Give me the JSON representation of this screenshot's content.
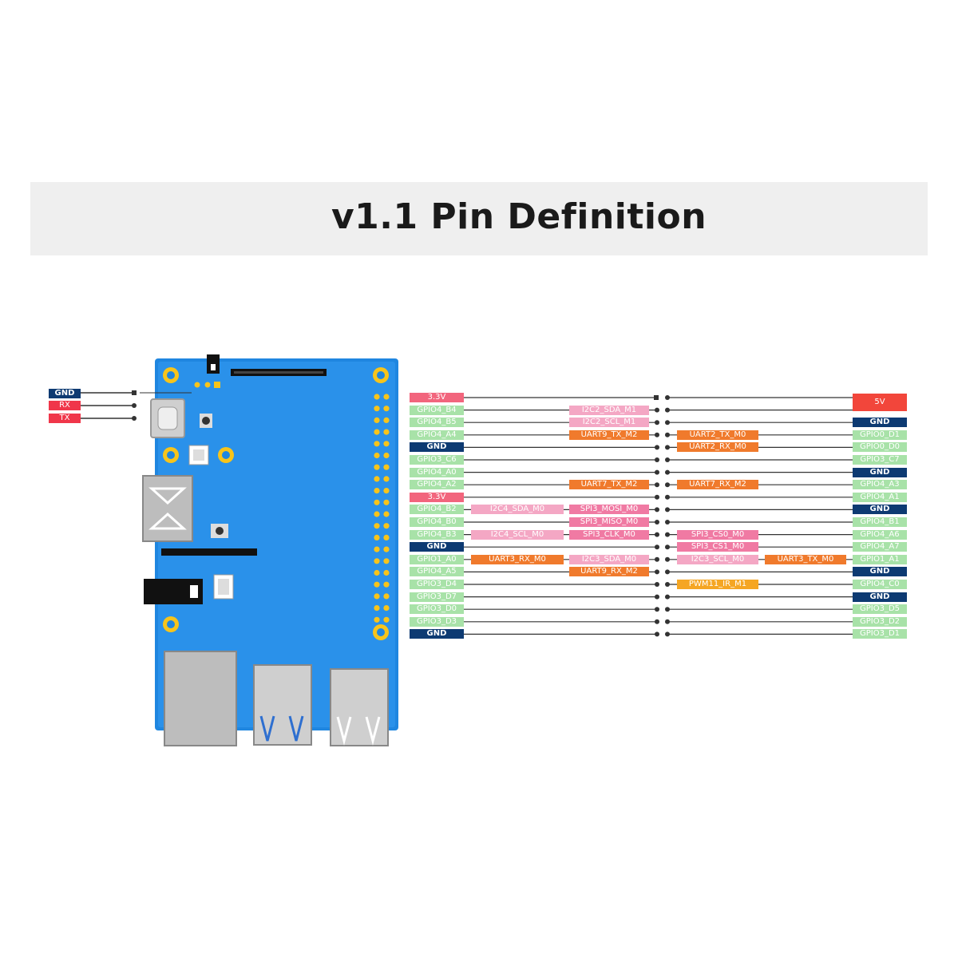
{
  "title": "v1.1 Pin Definition",
  "colors": {
    "board": "#1f86e0",
    "gnd": "#0d3a72",
    "gpio": "#a8e2a8",
    "power": "#f2657d",
    "uart": "#f07a2c",
    "i2c": "#f4a7c4",
    "spi": "#f07aa3",
    "pwm": "#f5a623"
  },
  "debug_header": [
    "GND",
    "RX",
    "TX"
  ],
  "rows": [
    {
      "left": [
        {
          "t": "3.3V",
          "c": "power"
        }
      ],
      "mid_left": [],
      "mid_right": [],
      "right": [
        {
          "t": "5V",
          "c": "5v"
        }
      ],
      "right_extra": []
    },
    {
      "left": [
        {
          "t": "GPIO4_B4",
          "c": "gpio"
        }
      ],
      "mid_left": [
        {
          "t": "I2C2_SDA_M1",
          "c": "i2c"
        }
      ],
      "mid_right": [],
      "right": [],
      "right_extra": []
    },
    {
      "left": [
        {
          "t": "GPIO4_B5",
          "c": "gpio"
        }
      ],
      "mid_left": [
        {
          "t": "I2C2_SCL_M1",
          "c": "i2c"
        }
      ],
      "mid_right": [],
      "right": [
        {
          "t": "GND",
          "c": "gnd"
        }
      ],
      "right_extra": []
    },
    {
      "left": [
        {
          "t": "GPIO4_A4",
          "c": "gpio"
        }
      ],
      "mid_left": [
        {
          "t": "UART9_TX_M2",
          "c": "uart"
        }
      ],
      "mid_right": [
        {
          "t": "UART2_TX_M0",
          "c": "uart"
        }
      ],
      "right": [
        {
          "t": "GPIO0_D1",
          "c": "gpio"
        }
      ],
      "right_extra": []
    },
    {
      "left": [
        {
          "t": "GND",
          "c": "gnd"
        }
      ],
      "mid_left": [],
      "mid_right": [
        {
          "t": "UART2_RX_M0",
          "c": "uart"
        }
      ],
      "right": [
        {
          "t": "GPIO0_D0",
          "c": "gpio"
        }
      ],
      "right_extra": []
    },
    {
      "left": [
        {
          "t": "GPIO3_C6",
          "c": "gpio"
        }
      ],
      "mid_left": [],
      "mid_right": [],
      "right": [
        {
          "t": "GPIO3_C7",
          "c": "gpio"
        }
      ],
      "right_extra": []
    },
    {
      "left": [
        {
          "t": "GPIO4_A0",
          "c": "gpio"
        }
      ],
      "mid_left": [],
      "mid_right": [],
      "right": [
        {
          "t": "GND",
          "c": "gnd"
        }
      ],
      "right_extra": []
    },
    {
      "left": [
        {
          "t": "GPIO4_A2",
          "c": "gpio"
        }
      ],
      "mid_left": [
        {
          "t": "UART7_TX_M2",
          "c": "uart"
        }
      ],
      "mid_right": [
        {
          "t": "UART7_RX_M2",
          "c": "uart"
        }
      ],
      "right": [
        {
          "t": "GPIO4_A3",
          "c": "gpio"
        }
      ],
      "right_extra": []
    },
    {
      "left": [
        {
          "t": "3.3V",
          "c": "power"
        }
      ],
      "mid_left": [],
      "mid_right": [],
      "right": [
        {
          "t": "GPIO4_A1",
          "c": "gpio"
        }
      ],
      "right_extra": []
    },
    {
      "left": [
        {
          "t": "GPIO4_B2",
          "c": "gpio"
        },
        {
          "t": "I2C4_SDA_M0",
          "c": "i2c"
        }
      ],
      "mid_left": [
        {
          "t": "SPI3_MOSI_M0",
          "c": "spi"
        }
      ],
      "mid_right": [],
      "right": [
        {
          "t": "GND",
          "c": "gnd"
        }
      ],
      "right_extra": []
    },
    {
      "left": [
        {
          "t": "GPIO4_B0",
          "c": "gpio"
        }
      ],
      "mid_left": [
        {
          "t": "SPI3_MISO_M0",
          "c": "spi"
        }
      ],
      "mid_right": [],
      "right": [
        {
          "t": "GPIO4_B1",
          "c": "gpio"
        }
      ],
      "right_extra": []
    },
    {
      "left": [
        {
          "t": "GPIO4_B3",
          "c": "gpio"
        },
        {
          "t": "I2C4_SCL_M0",
          "c": "i2c"
        }
      ],
      "mid_left": [
        {
          "t": "SPI3_CLK_M0",
          "c": "spi"
        }
      ],
      "mid_right": [
        {
          "t": "SPI3_CS0_M0",
          "c": "spi"
        }
      ],
      "right": [
        {
          "t": "GPIO4_A6",
          "c": "gpio"
        }
      ],
      "right_extra": []
    },
    {
      "left": [
        {
          "t": "GND",
          "c": "gnd"
        }
      ],
      "mid_left": [],
      "mid_right": [
        {
          "t": "SPI3_CS1_M0",
          "c": "spi"
        }
      ],
      "right": [
        {
          "t": "GPIO4_A7",
          "c": "gpio"
        }
      ],
      "right_extra": []
    },
    {
      "left": [
        {
          "t": "GPIO1_A0",
          "c": "gpio"
        },
        {
          "t": "UART3_RX_M0",
          "c": "uart"
        }
      ],
      "mid_left": [
        {
          "t": "I2C3_SDA_M0",
          "c": "i2c"
        }
      ],
      "mid_right": [
        {
          "t": "I2C3_SCL_M0",
          "c": "i2c"
        },
        {
          "t": "UART3_TX_M0",
          "c": "uart"
        }
      ],
      "right": [
        {
          "t": "GPIO1_A1",
          "c": "gpio"
        }
      ],
      "right_extra": []
    },
    {
      "left": [
        {
          "t": "GPIO4_A5",
          "c": "gpio"
        }
      ],
      "mid_left": [
        {
          "t": "UART9_RX_M2",
          "c": "uart"
        }
      ],
      "mid_right": [],
      "right": [
        {
          "t": "GND",
          "c": "gnd"
        }
      ],
      "right_extra": []
    },
    {
      "left": [
        {
          "t": "GPIO3_D4",
          "c": "gpio"
        }
      ],
      "mid_left": [],
      "mid_right": [
        {
          "t": "PWM11_IR_M1",
          "c": "pwm"
        }
      ],
      "right": [
        {
          "t": "GPIO4_C0",
          "c": "gpio"
        }
      ],
      "right_extra": []
    },
    {
      "left": [
        {
          "t": "GPIO3_D7",
          "c": "gpio"
        }
      ],
      "mid_left": [],
      "mid_right": [],
      "right": [
        {
          "t": "GND",
          "c": "gnd"
        }
      ],
      "right_extra": []
    },
    {
      "left": [
        {
          "t": "GPIO3_D0",
          "c": "gpio"
        }
      ],
      "mid_left": [],
      "mid_right": [],
      "right": [
        {
          "t": "GPIO3_D5",
          "c": "gpio"
        }
      ],
      "right_extra": []
    },
    {
      "left": [
        {
          "t": "GPIO3_D3",
          "c": "gpio"
        }
      ],
      "mid_left": [],
      "mid_right": [],
      "right": [
        {
          "t": "GPIO3_D2",
          "c": "gpio"
        }
      ],
      "right_extra": []
    },
    {
      "left": [
        {
          "t": "GND",
          "c": "gnd"
        }
      ],
      "mid_left": [],
      "mid_right": [],
      "right": [
        {
          "t": "GPIO3_D1",
          "c": "gpio"
        }
      ],
      "right_extra": []
    }
  ]
}
